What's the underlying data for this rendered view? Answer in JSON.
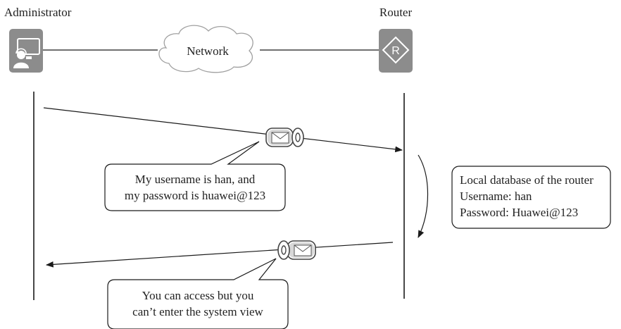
{
  "nodes": {
    "administrator": {
      "label": "Administrator",
      "icon": "admin-pc-icon"
    },
    "router": {
      "label": "Router",
      "icon": "router-icon",
      "glyph": "R"
    },
    "network": {
      "label": "Network",
      "icon": "cloud-icon"
    }
  },
  "messages": {
    "request": {
      "lines": [
        "My username is han, and",
        "my password is huawei@123"
      ],
      "icon": "envelope-tube-icon"
    },
    "response": {
      "lines": [
        "You can access but you",
        "can’t enter the system view"
      ],
      "icon": "envelope-tube-icon"
    }
  },
  "database": {
    "lines": [
      "Local database of the router",
      "Username: han",
      "Password: Huawei@123"
    ]
  },
  "colors": {
    "icon_gray": "#8c8c8c",
    "line": "#1a1a1a",
    "text": "#222222",
    "cloud_stroke": "#a0a0a0"
  }
}
